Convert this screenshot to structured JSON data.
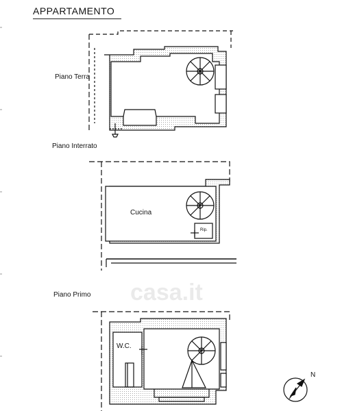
{
  "header": {
    "title": "APPARTAMENTO"
  },
  "floors": {
    "terra": {
      "label": "Piano Terra"
    },
    "interrato": {
      "label": "Piano Interrato",
      "room": "Cucina",
      "storage": "Rip."
    },
    "primo": {
      "label": "Piano Primo",
      "room": "W.C."
    }
  },
  "compass": {
    "north": "N"
  },
  "watermark": {
    "text": "casa.it"
  },
  "colors": {
    "line": "#111111",
    "watermark": "#000000"
  }
}
